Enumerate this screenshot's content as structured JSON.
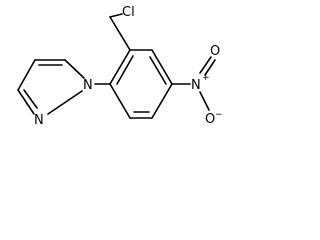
{
  "molecule": {
    "atoms": {
      "chlorine": "Cl",
      "pyrazole_n1": "N",
      "pyrazole_n2": "N",
      "nitro_n": "N",
      "nitro_o_top": "O",
      "nitro_o_bottom": "O"
    },
    "charges": {
      "nitro_n": "+",
      "nitro_o_bottom": "−"
    }
  }
}
